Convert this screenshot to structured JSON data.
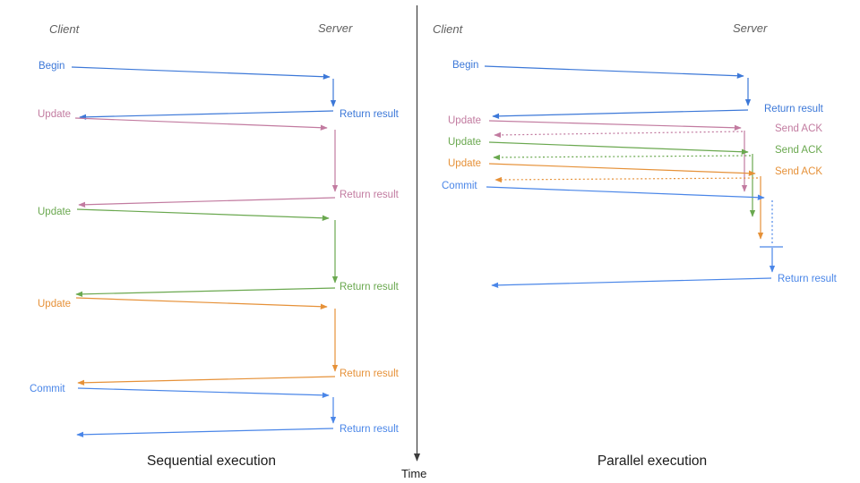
{
  "colors": {
    "blue": "#3c78d8",
    "blue2": "#4a86e8",
    "pink": "#c27ba0",
    "green": "#6aa84f",
    "orange": "#e69138",
    "gray": "#5f5f5f",
    "ink": "#1c1c1c"
  },
  "time_axis": {
    "label": "Time"
  },
  "sequential": {
    "title": "Sequential execution",
    "client_header": "Client",
    "server_header": "Server",
    "messages": [
      {
        "label": "Begin",
        "response": "Return result",
        "color": "blue"
      },
      {
        "label": "Update",
        "response": "Return result",
        "color": "pink"
      },
      {
        "label": "Update",
        "response": "Return result",
        "color": "green"
      },
      {
        "label": "Update",
        "response": "Return result",
        "color": "orange"
      },
      {
        "label": "Commit",
        "response": "Return result",
        "color": "blue2"
      }
    ]
  },
  "parallel": {
    "title": "Parallel execution",
    "client_header": "Client",
    "server_header": "Server",
    "messages": [
      {
        "label": "Begin",
        "response": "Return result",
        "color": "blue"
      },
      {
        "label": "Update",
        "response": "Send ACK",
        "color": "pink"
      },
      {
        "label": "Update",
        "response": "Send ACK",
        "color": "green"
      },
      {
        "label": "Update",
        "response": "Send ACK",
        "color": "orange"
      },
      {
        "label": "Commit",
        "response": "Return result",
        "color": "blue2"
      }
    ]
  }
}
